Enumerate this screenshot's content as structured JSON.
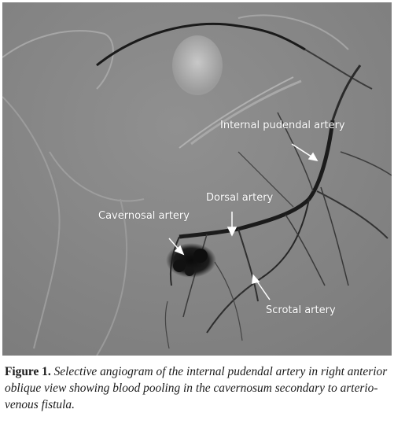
{
  "figure": {
    "labels": {
      "internal_pudendal": "Internal pudendal artery",
      "dorsal": "Dorsal artery",
      "cavernosal": "Cavernosal artery",
      "scrotal": "Scrotal artery"
    },
    "caption": {
      "number": "Figure 1.",
      "text": "Selective angiogram of the internal pudendal artery in right anterior oblique view showing blood pooling in the cavernosum secondary to arterio-venous fistula."
    }
  }
}
